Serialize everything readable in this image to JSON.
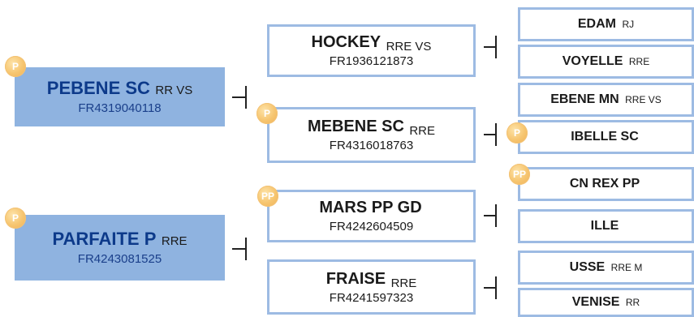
{
  "badges": {
    "single": "P",
    "double": "PP"
  },
  "sire": {
    "name": "PEBENE SC",
    "suffix": "RR VS",
    "code": "FR4319040118",
    "sire": {
      "name": "HOCKEY",
      "suffix": "RRE VS",
      "code": "FR1936121873",
      "sire": {
        "name": "EDAM",
        "suffix": "RJ"
      },
      "dam": {
        "name": "VOYELLE",
        "suffix": "RRE"
      }
    },
    "dam": {
      "name": "MEBENE SC",
      "suffix": "RRE",
      "code": "FR4316018763",
      "sire": {
        "name": "EBENE MN",
        "suffix": "RRE VS"
      },
      "dam": {
        "name": "IBELLE SC",
        "suffix": ""
      }
    }
  },
  "dam": {
    "name": "PARFAITE P",
    "suffix": "RRE",
    "code": "FR4243081525",
    "sire": {
      "name": "MARS PP GD",
      "suffix": "",
      "code": "FR4242604509",
      "sire": {
        "name": "CN REX PP",
        "suffix": ""
      },
      "dam": {
        "name": "ILLE",
        "suffix": ""
      }
    },
    "dam": {
      "name": "FRAISE",
      "suffix": "RRE",
      "code": "FR4241597323",
      "sire": {
        "name": "USSE",
        "suffix": "RRE M"
      },
      "dam": {
        "name": "VENISE",
        "suffix": "RR"
      }
    }
  }
}
